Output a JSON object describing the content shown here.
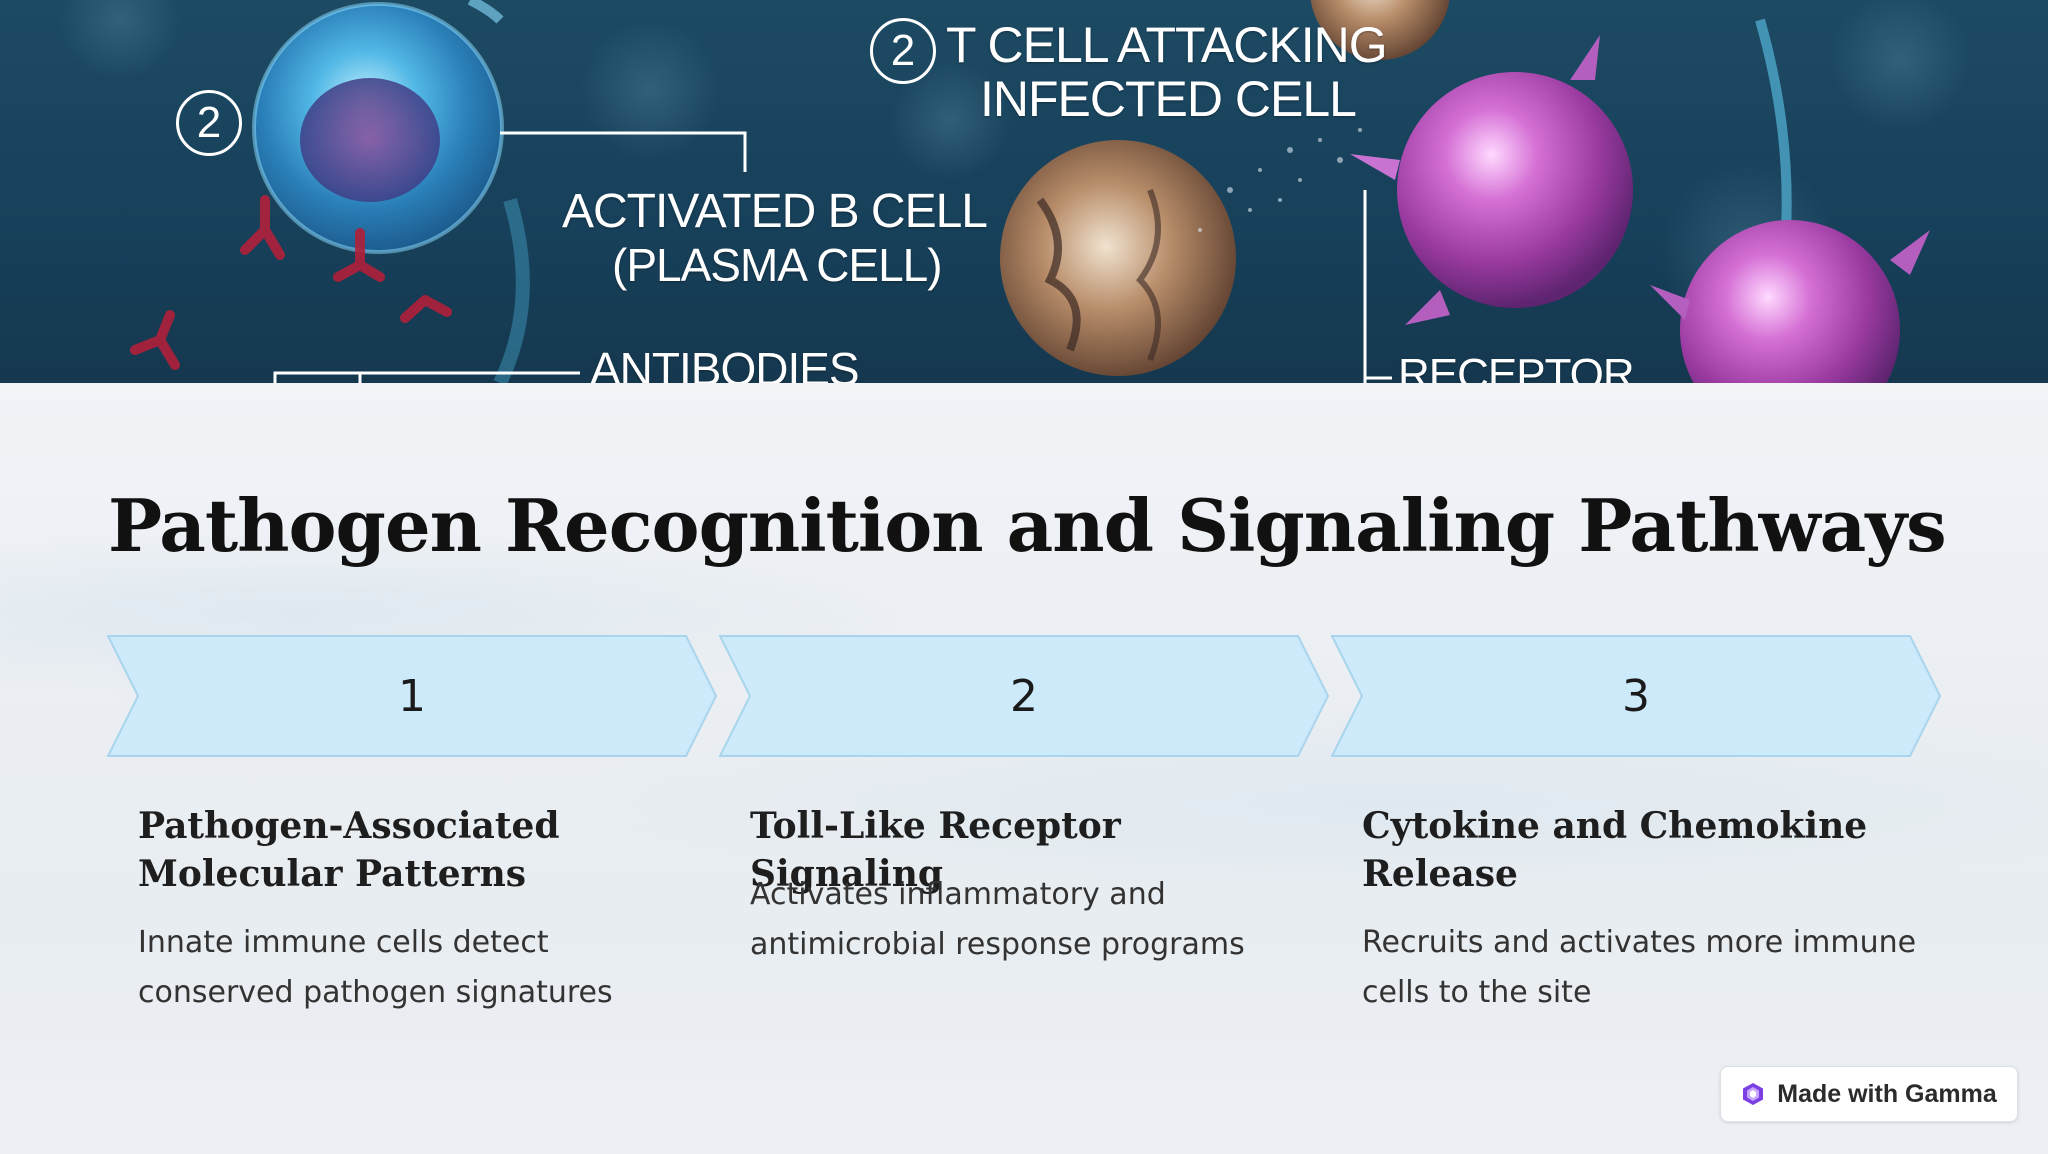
{
  "hero": {
    "label_t_cell_number": "2",
    "label_t_cell_line1": "T CELL ATTACKING",
    "label_t_cell_line2": "INFECTED CELL",
    "label_b_cell_number": "2",
    "label_b_cell_line1": "ACTIVATED B CELL",
    "label_b_cell_line2": "(PLASMA CELL)",
    "label_antibodies": "ANTIBODIES",
    "label_receptor": "RECEPTOR"
  },
  "title": "Pathogen Recognition and Signaling Pathways",
  "steps": [
    {
      "number": "1",
      "title": "Pathogen-Associated Molecular Patterns",
      "description": "Innate immune cells detect conserved pathogen signatures"
    },
    {
      "number": "2",
      "title": "Toll-Like Receptor Signaling",
      "description": "Activates inflammatory and antimicrobial response programs"
    },
    {
      "number": "3",
      "title": "Cytokine and Chemokine Release",
      "description": "Recruits and activates more immune cells to the site"
    }
  ],
  "colors": {
    "chevron_fill": "#cdeafb",
    "chevron_stroke": "#a9d4ee",
    "gamma_logo": "#7b3fe4"
  },
  "badge": {
    "icon": "gamma-logo-icon",
    "label": "Made with Gamma"
  }
}
